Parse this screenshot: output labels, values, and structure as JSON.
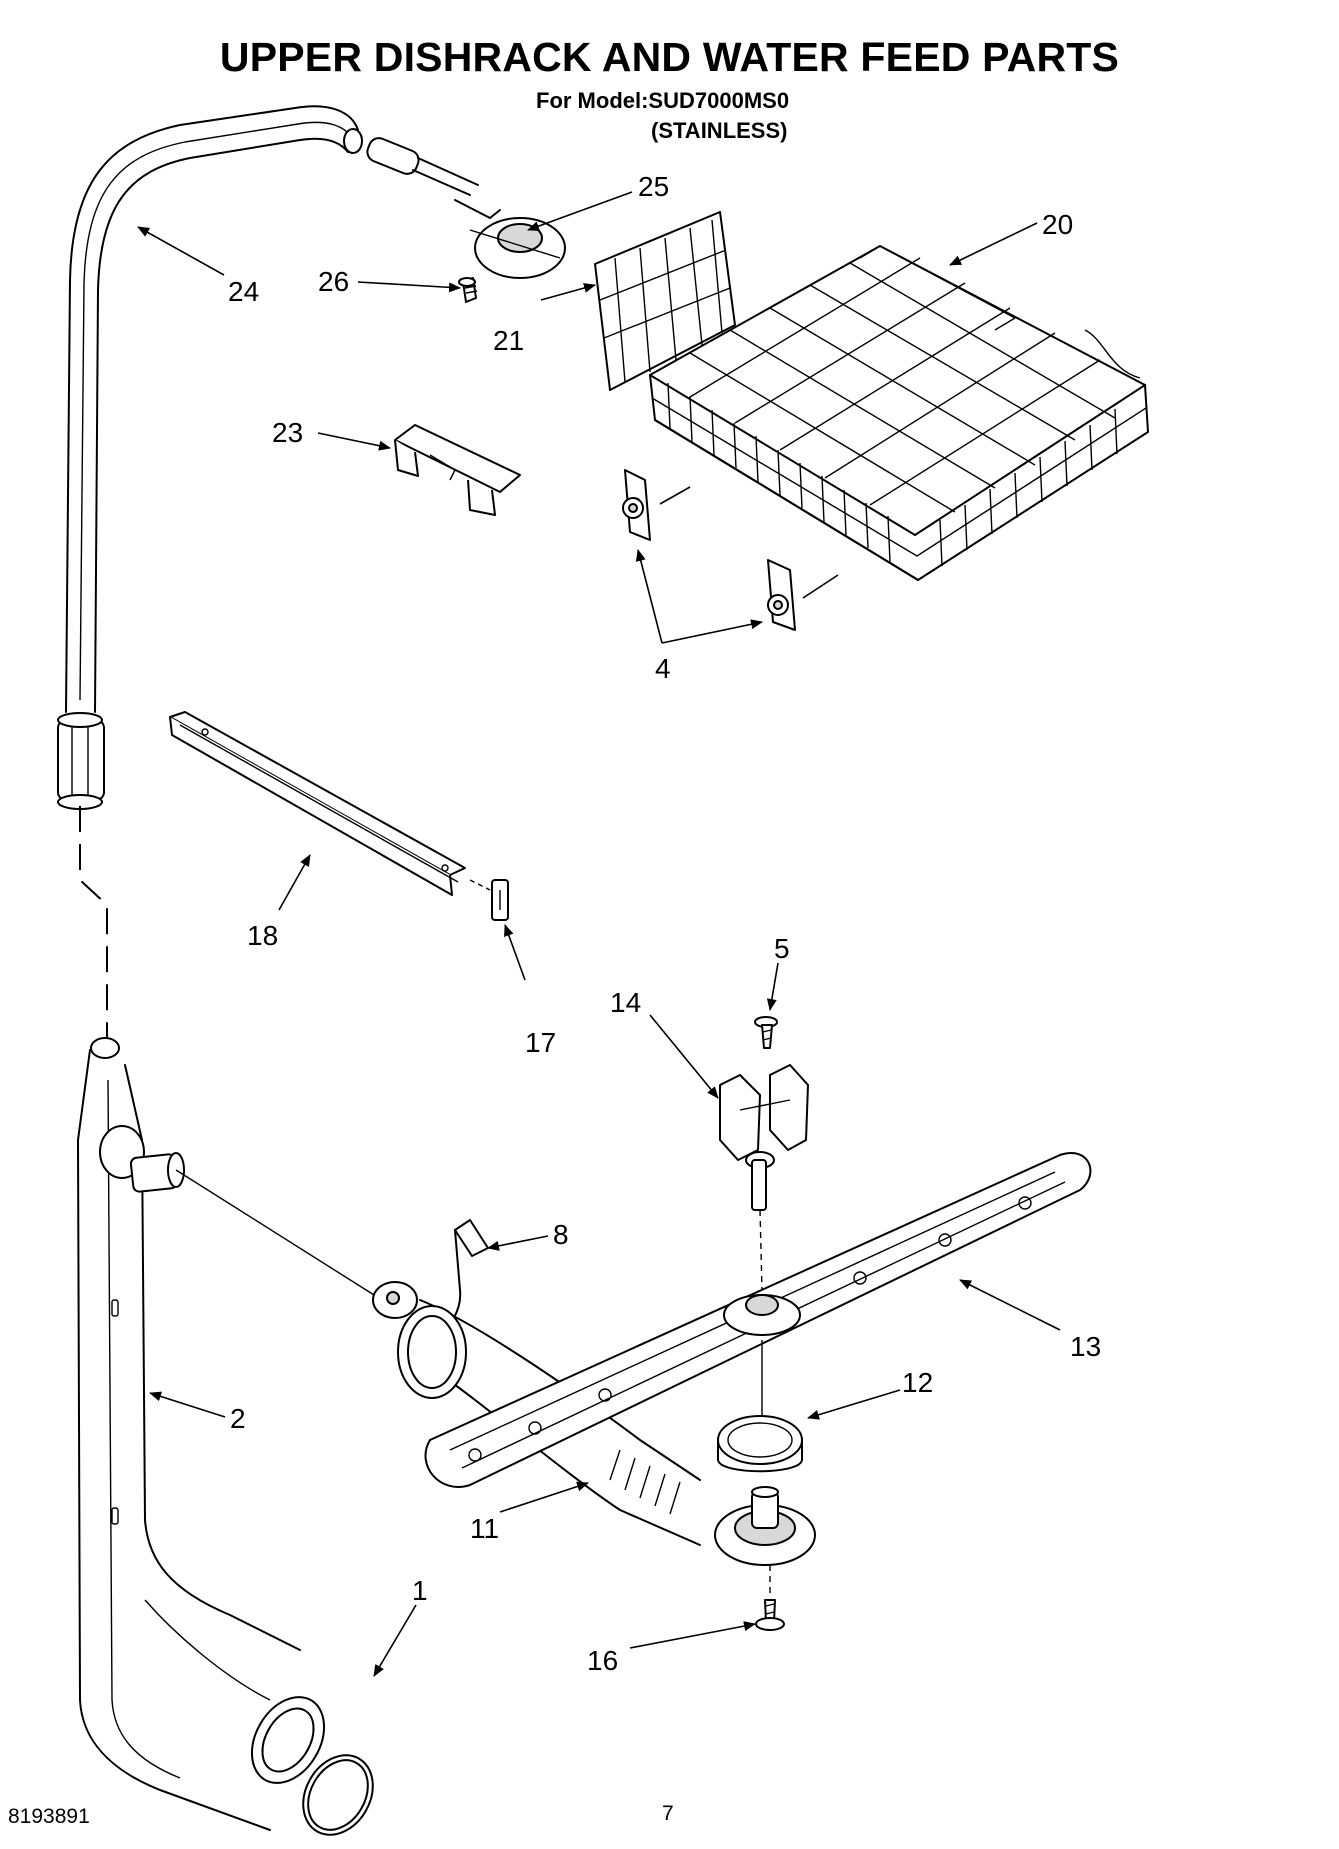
{
  "header": {
    "title": "UPPER DISHRACK AND WATER FEED PARTS",
    "model_line": "For Model:SUD7000MS0",
    "variant_line": "(STAINLESS)"
  },
  "footer": {
    "doc_number": "8193891",
    "page_number": "7"
  },
  "callouts": [
    {
      "id": "c25",
      "label": "25"
    },
    {
      "id": "c20",
      "label": "20"
    },
    {
      "id": "c24",
      "label": "24"
    },
    {
      "id": "c26",
      "label": "26"
    },
    {
      "id": "c21",
      "label": "21"
    },
    {
      "id": "c23",
      "label": "23"
    },
    {
      "id": "c4",
      "label": "4"
    },
    {
      "id": "c18",
      "label": "18"
    },
    {
      "id": "c17",
      "label": "17"
    },
    {
      "id": "c5",
      "label": "5"
    },
    {
      "id": "c14",
      "label": "14"
    },
    {
      "id": "c8",
      "label": "8"
    },
    {
      "id": "c13",
      "label": "13"
    },
    {
      "id": "c2",
      "label": "2"
    },
    {
      "id": "c12",
      "label": "12"
    },
    {
      "id": "c11",
      "label": "11"
    },
    {
      "id": "c1",
      "label": "1"
    },
    {
      "id": "c16",
      "label": "16"
    }
  ]
}
